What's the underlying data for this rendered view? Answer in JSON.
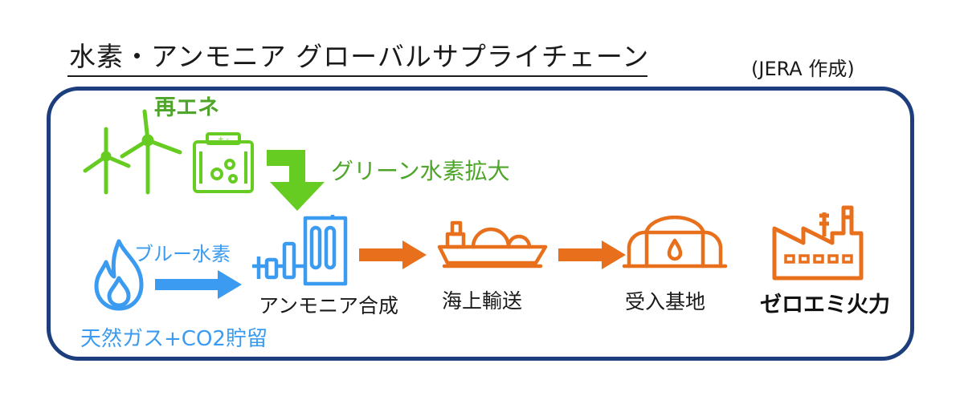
{
  "title": "水素・アンモニア グローバルサプライチェーン",
  "author": "(JERA 作成)",
  "labels": {
    "renewable": "再エネ",
    "green_hydrogen": "グリーン水素拡大",
    "blue_hydrogen": "ブルー水素",
    "gas_ccs": "天然ガス+CO2貯留",
    "ammonia_synthesis": "アンモニア合成",
    "marine_transport": "海上輸送",
    "receiving_terminal": "受入基地",
    "zero_emission_power": "ゼロエミ火力"
  },
  "colors": {
    "green": "#66cc22",
    "green_text": "#4ea52a",
    "blue": "#3a9bf0",
    "orange": "#e8701c",
    "frame": "#1d3e7d",
    "text": "#1a1a1a"
  },
  "icons": [
    "wind-turbine-icon",
    "battery-icon",
    "flame-icon",
    "ammonia-plant-icon",
    "tanker-ship-icon",
    "storage-tank-icon",
    "factory-icon"
  ]
}
